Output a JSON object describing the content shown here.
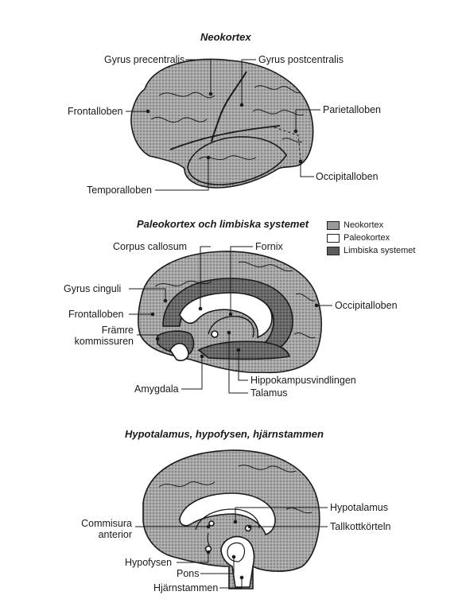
{
  "sections": [
    {
      "title": "Neokortex",
      "labels": {
        "gyrus_precentralis": "Gyrus precentralis",
        "gyrus_postcentralis": "Gyrus postcentralis",
        "frontalloben": "Frontalloben",
        "parietalloben": "Parietalloben",
        "occipitalloben": "Occipitalloben",
        "temporalloben": "Temporalloben"
      }
    },
    {
      "title": "Paleokortex och limbiska systemet",
      "labels": {
        "corpus_callosum": "Corpus callosum",
        "fornix": "Fornix",
        "gyrus_cinguli": "Gyrus cinguli",
        "frontalloben": "Frontalloben",
        "framre_line1": "Främre",
        "framre_line2": "kommissuren",
        "occipitalloben": "Occipitalloben",
        "hippokampusvindlingen": "Hippokampusvindlingen",
        "amygdala": "Amygdala",
        "talamus": "Talamus"
      }
    },
    {
      "title": "Hypotalamus, hypofysen, hjärnstammen",
      "labels": {
        "hypotalamus": "Hypotalamus",
        "commisura_line1": "Commisura",
        "commisura_line2": "anterior",
        "tallkottkorteln": "Tallkottkörteln",
        "hypofysen": "Hypofysen",
        "pons": "Pons",
        "hjarnstammen": "Hjärnstammen"
      }
    }
  ],
  "legend": [
    {
      "label": "Neokortex",
      "fill": "#9a9a9a"
    },
    {
      "label": "Paleokortex",
      "fill": "#ffffff"
    },
    {
      "label": "Limbiska systemet",
      "fill": "#5c5c5c"
    }
  ]
}
